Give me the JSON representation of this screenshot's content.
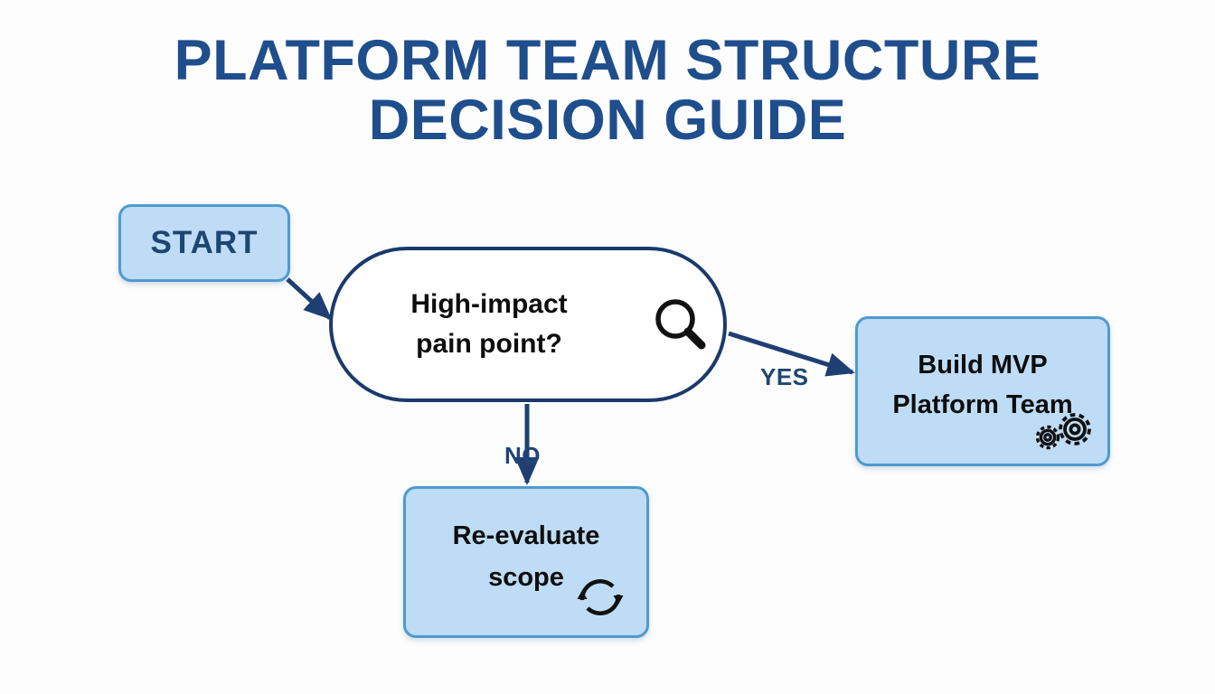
{
  "title": "Platform Team Structure\nDecision Guide",
  "colors": {
    "title": "#1f4e8c",
    "box_fill": "#bedcf5",
    "box_border": "#4e9ad0",
    "pill_border": "#1b3a6b",
    "arrow": "#1f3f73",
    "node_text": "#0d0d0d",
    "start_text": "#1f4573",
    "background": "#fdfdfd"
  },
  "nodes": {
    "start": {
      "label": "START",
      "shape": "rounded-rect"
    },
    "decision": {
      "label": "High-impact\npain point?",
      "shape": "stadium",
      "icon": "magnifying-glass-icon"
    },
    "mvp": {
      "label": "Build MVP\nPlatform Team",
      "shape": "rounded-rect",
      "icon": "gears-icon"
    },
    "reevaluate": {
      "label": "Re-evaluate\nscope",
      "shape": "rounded-rect",
      "icon": "refresh-cycle-icon"
    }
  },
  "edges": {
    "start_to_decision": {
      "label": ""
    },
    "decision_to_mvp": {
      "label": "YES"
    },
    "decision_to_reevaluate": {
      "label": "NO"
    }
  }
}
